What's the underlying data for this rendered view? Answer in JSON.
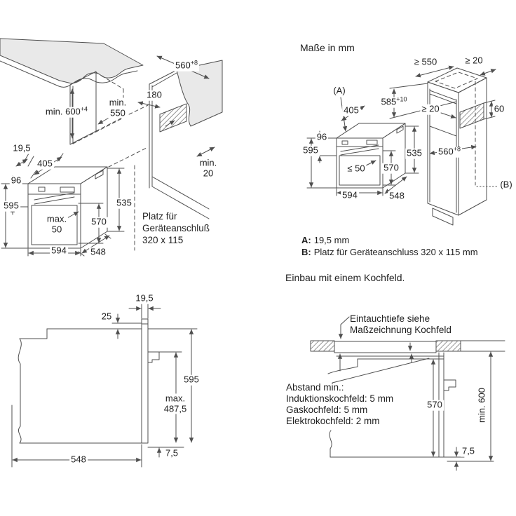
{
  "colors": {
    "line": "#4f4f4f",
    "text": "#1f1f1f",
    "panel_fill": "#e9e9e9"
  },
  "p1": {
    "dim_560": {
      "v": "560",
      "sup": "+8"
    },
    "dim_180": "180",
    "dim_min550": {
      "l1": "min.",
      "l2": "550"
    },
    "dim_min600": {
      "v": "min. 600",
      "sup": "+4"
    },
    "dim_min20": {
      "l1": "min.",
      "l2": "20"
    },
    "dim_19_5": "19,5",
    "dim_405": "405",
    "dim_96": "96",
    "dim_595": "595",
    "dim_max50": {
      "l1": "max.",
      "l2": "50"
    },
    "dim_570": "570",
    "dim_535": "535",
    "dim_594": "594",
    "dim_548": "548",
    "note": {
      "l1": "Platz für",
      "l2": "Geräteanschluß",
      "l3": "320 x 115"
    }
  },
  "p2": {
    "title": "Maße in mm",
    "label_a": "(A)",
    "dim_405": "405",
    "dim_96": "96",
    "dim_595": "595",
    "dim_le50": "≤ 50",
    "dim_570": "570",
    "dim_535": "535",
    "dim_594": "594",
    "dim_548": "548",
    "dim_ge550": "≥ 550",
    "dim_ge20_top": "≥ 20",
    "dim_585": {
      "v": "585",
      "sup": "+10"
    },
    "dim_ge20_mid": "≥ 20",
    "dim_60": "60",
    "dim_560": {
      "v": "560",
      "sup": "+8"
    },
    "label_b": "(B)",
    "legend": {
      "a_key": "A:",
      "a_text": "19,5 mm",
      "b_key": "B:",
      "b_text": "Platz für Geräteanschluss 320 x 115 mm"
    }
  },
  "p3": {
    "dim_19_5": "19,5",
    "dim_25": "25",
    "dim_595": "595",
    "dim_max487": {
      "l1": "max.",
      "l2": "487,5"
    },
    "dim_548": "548",
    "dim_7_5": "7,5"
  },
  "p4": {
    "heading": "Einbau mit einem Kochfeld.",
    "note": {
      "l1": "Eintauchtiefe siehe",
      "l2": "Maßzeichnung Kochfeld"
    },
    "clearance": {
      "l1": "Abstand min.:",
      "l2": "Induktionskochfeld: 5 mm",
      "l3": "Gaskochfeld: 5 mm",
      "l4": "Elektrokochfeld: 2 mm"
    },
    "dim_570": "570",
    "dim_min600": "min. 600",
    "dim_7_5": "7,5"
  }
}
